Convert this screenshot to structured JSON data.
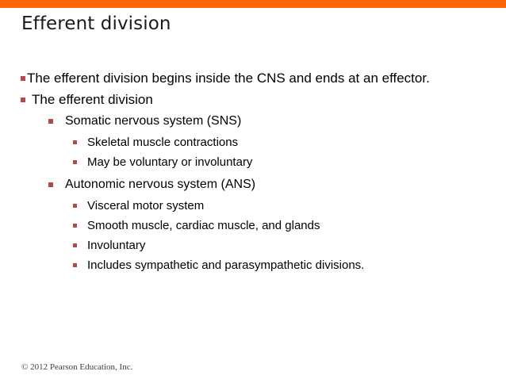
{
  "slide": {
    "title": "Efferent division",
    "accent_color": "#ff6600",
    "bullet_color": "#b24b48",
    "text_color": "#000000",
    "background_color": "#ffffff"
  },
  "content": {
    "bullets": [
      {
        "level": 1,
        "text": "The efferent division begins inside the CNS and ends at an effector."
      },
      {
        "level": 1,
        "text": "The efferent division"
      },
      {
        "level": 2,
        "text": "Somatic nervous system (SNS)"
      },
      {
        "level": 3,
        "text": "Skeletal muscle contractions"
      },
      {
        "level": 3,
        "text": "May be voluntary or involuntary"
      },
      {
        "level": 2,
        "text": "Autonomic nervous system (ANS)"
      },
      {
        "level": 3,
        "text": "Visceral motor system"
      },
      {
        "level": 3,
        "text": "Smooth muscle, cardiac muscle, and glands"
      },
      {
        "level": 3,
        "text": "Involuntary"
      },
      {
        "level": 3,
        "text": "Includes sympathetic and parasympathetic divisions."
      }
    ]
  },
  "footer": {
    "copyright": "© 2012 Pearson Education, Inc."
  }
}
